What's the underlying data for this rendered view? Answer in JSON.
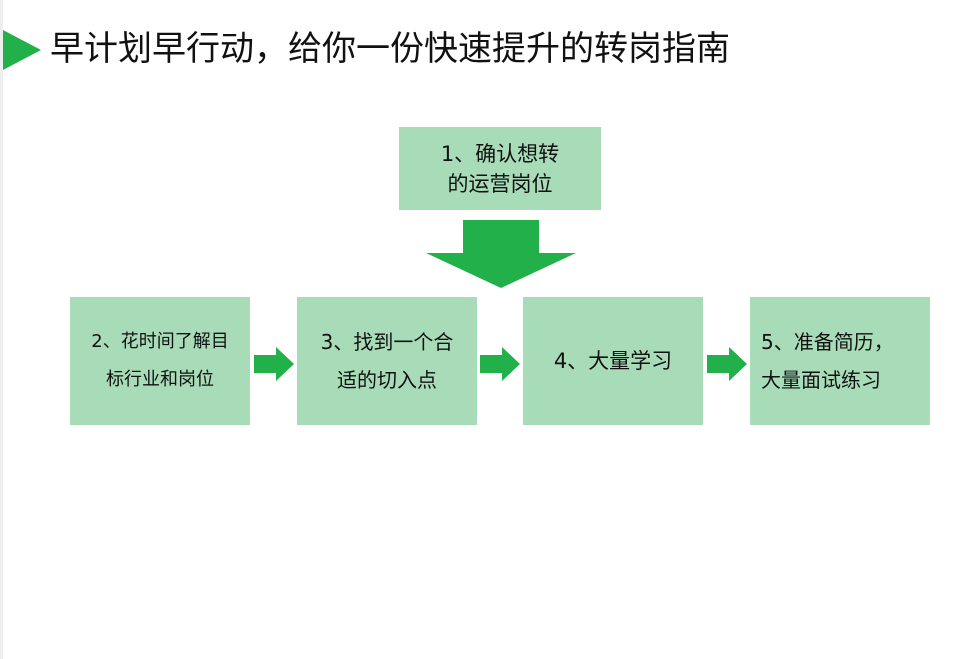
{
  "page": {
    "title": "早计划早行动，给你一份快速提升的转岗指南"
  },
  "colors": {
    "accent": "#22b04b",
    "box_fill": "#a8dcb8",
    "text": "#111111"
  },
  "steps": [
    {
      "label": "1、确认想转\n的运营岗位"
    },
    {
      "label": "2、花时间了解目\n标行业和岗位"
    },
    {
      "label": "3、找到一个合\n适的切入点"
    },
    {
      "label": "4、大量学习"
    },
    {
      "label": "5、准备简历，\n大量面试练习"
    }
  ],
  "icons": {
    "title_marker": "triangle-right-icon",
    "down": "arrow-down-icon",
    "right": "arrow-right-icon"
  }
}
